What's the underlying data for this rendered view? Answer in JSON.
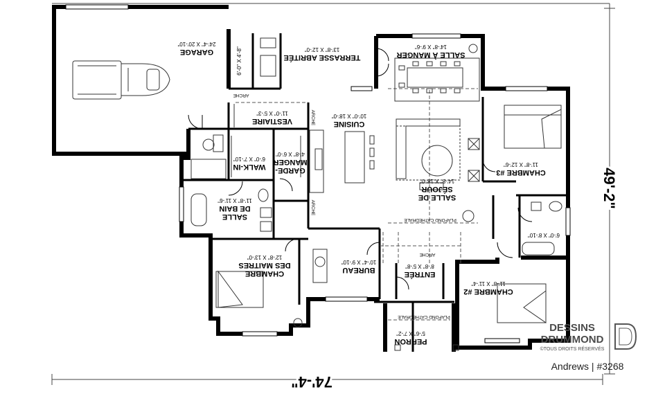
{
  "rooms": {
    "garage": {
      "name": "GARAGE",
      "dim": "24'-4\" X 20'-10\""
    },
    "terrasse": {
      "name": "TERRASSE ABRITÉE",
      "dim": "13'-8\" X 12'-0\""
    },
    "storage": {
      "dim": "6'-0\" X 4'-8\""
    },
    "salle_manger": {
      "name": "SALLE À MANGER",
      "dim": "14'-8\" X 9'-6\""
    },
    "vestiaire": {
      "name": "VESTIAIRE",
      "dim": "11'-0\" X 5'-3\""
    },
    "cuisine": {
      "name": "CUISINE",
      "dim": "10'-0\" X 18'-0\""
    },
    "walkin": {
      "name": "WALK-IN",
      "dim": "6'-0\" X 7'-10\""
    },
    "garde_manger": {
      "name1": "GARDE-",
      "name2": "MANGER",
      "dim": "4'-8\" X 6'-0\""
    },
    "sejour": {
      "name1": "SALLE DE",
      "name2": "SÉJOUR",
      "dim": "14'-8\" X 18'-0\""
    },
    "chambre3": {
      "name": "CHAMBRE #3",
      "dim": "11'-8\" X 12'-6\""
    },
    "salle_bain": {
      "name1": "SALLE",
      "name2": "DE BAIN",
      "dim": "11'-8\" X 11'-6\""
    },
    "bath2": {
      "dim": "6'-0\" X 8'-10\""
    },
    "chambre_maitres": {
      "name1": "CHAMBRE",
      "name2": "DES MAITRES",
      "dim": "12'-8\" X 13'-0\""
    },
    "bureau": {
      "name": "BUREAU",
      "dim": "10'-4\" X 9'-10\""
    },
    "entree": {
      "name": "ENTRÉE",
      "dim": "8'-8\" X 5'-8\""
    },
    "chambre2": {
      "name": "CHAMBRE #2",
      "dim": "11'-8\" X 11'-4\""
    },
    "perron": {
      "name": "PERRON",
      "dim": "5'-6\" X 7'-2\""
    }
  },
  "annotations": {
    "arche": "ARCHE",
    "plafond_cathedrale": "PLAFOND CATHÉDRALE"
  },
  "dimensions": {
    "overall_width": "74'-4\"",
    "overall_depth": "49'-2\""
  },
  "brand": {
    "line1": "DESSINS",
    "line2": "DRUMMOND",
    "rights": "©TOUS DROITS RÉSERVÉS",
    "caption": "Andrews | #3268"
  }
}
